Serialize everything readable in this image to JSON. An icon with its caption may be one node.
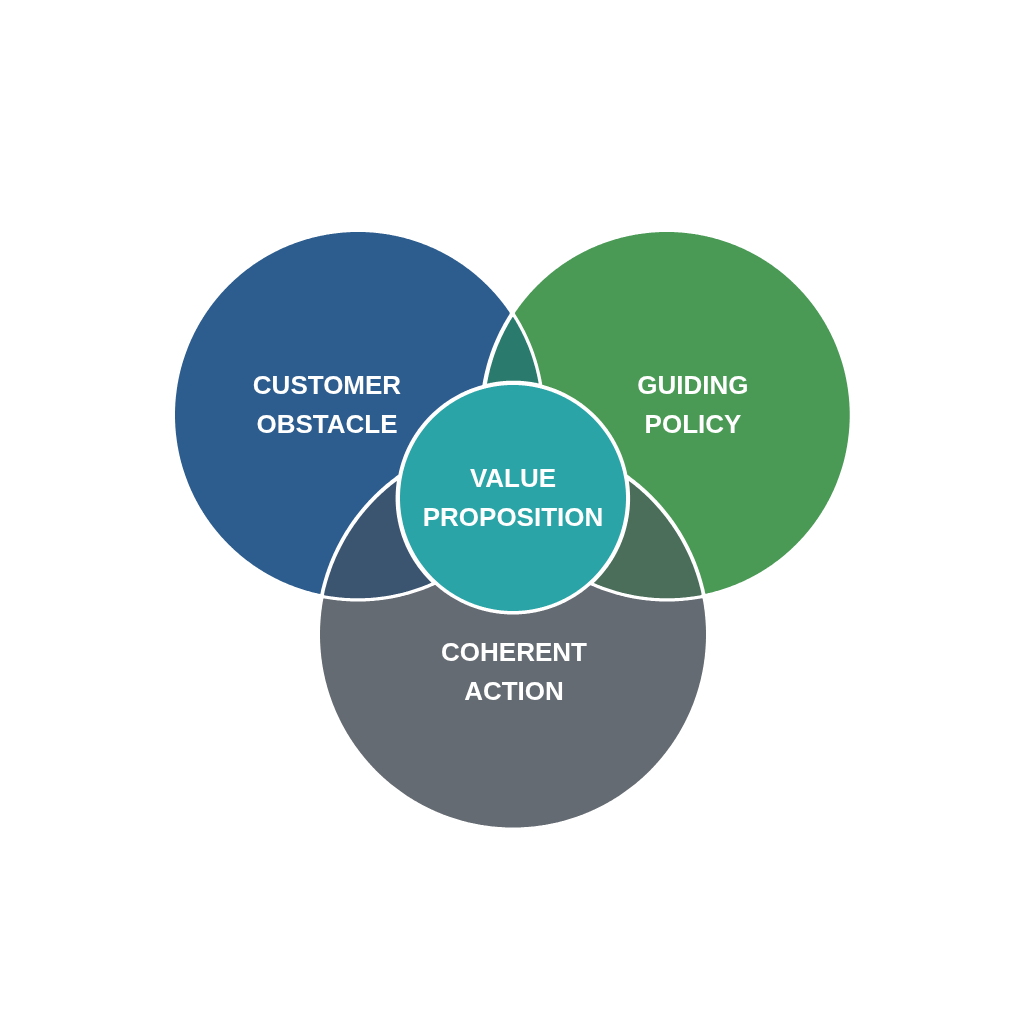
{
  "diagram": {
    "nodes": [
      {
        "text": [
          "CUSTOMER OBSTACLE"
        ]
      },
      {
        "text": [
          "GUIDING POLICY"
        ]
      },
      {
        "text": [
          "VALUE PROPOSITION"
        ]
      },
      {
        "text": [
          "COHERENT ACTION"
        ]
      },
      {
        "text": [],
        "shape": "lens"
      },
      {
        "text": [],
        "shape": "lens"
      },
      {
        "text": [],
        "shape": "lens"
      }
    ]
  }
}
